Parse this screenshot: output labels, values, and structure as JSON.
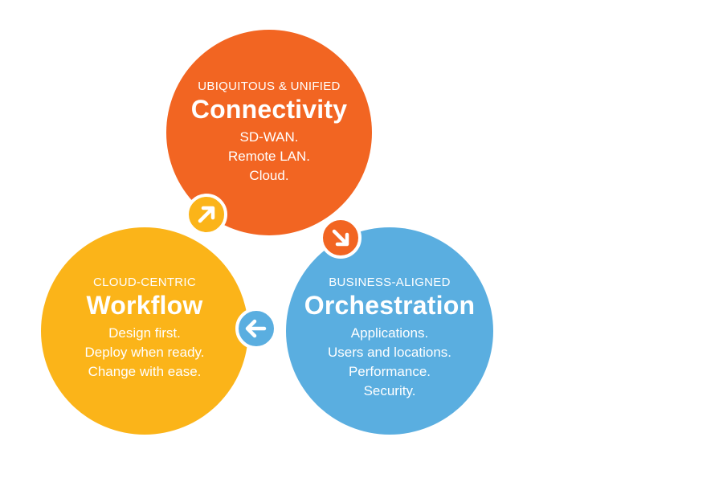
{
  "connectivity": {
    "kicker": "UBIQUITOUS  & UNIFIED",
    "title": "Connectivity",
    "lines": [
      "SD-WAN.",
      "Remote LAN.",
      "Cloud."
    ],
    "color": "#f26522"
  },
  "orchestration": {
    "kicker": "BUSINESS-ALIGNED",
    "title": "Orchestration",
    "lines": [
      "Applications.",
      "Users and locations.",
      "Performance.",
      "Security."
    ],
    "color": "#5aaee0"
  },
  "workflow": {
    "kicker": "CLOUD-CENTRIC",
    "title": "Workflow",
    "lines": [
      "Design first.",
      "Deploy when ready.",
      "Change with ease."
    ],
    "color": "#fbb419"
  },
  "arrows": {
    "workflow_to_connectivity": "arrow-up-right-icon",
    "connectivity_to_orchestration": "arrow-down-right-icon",
    "orchestration_to_workflow": "arrow-left-icon"
  }
}
